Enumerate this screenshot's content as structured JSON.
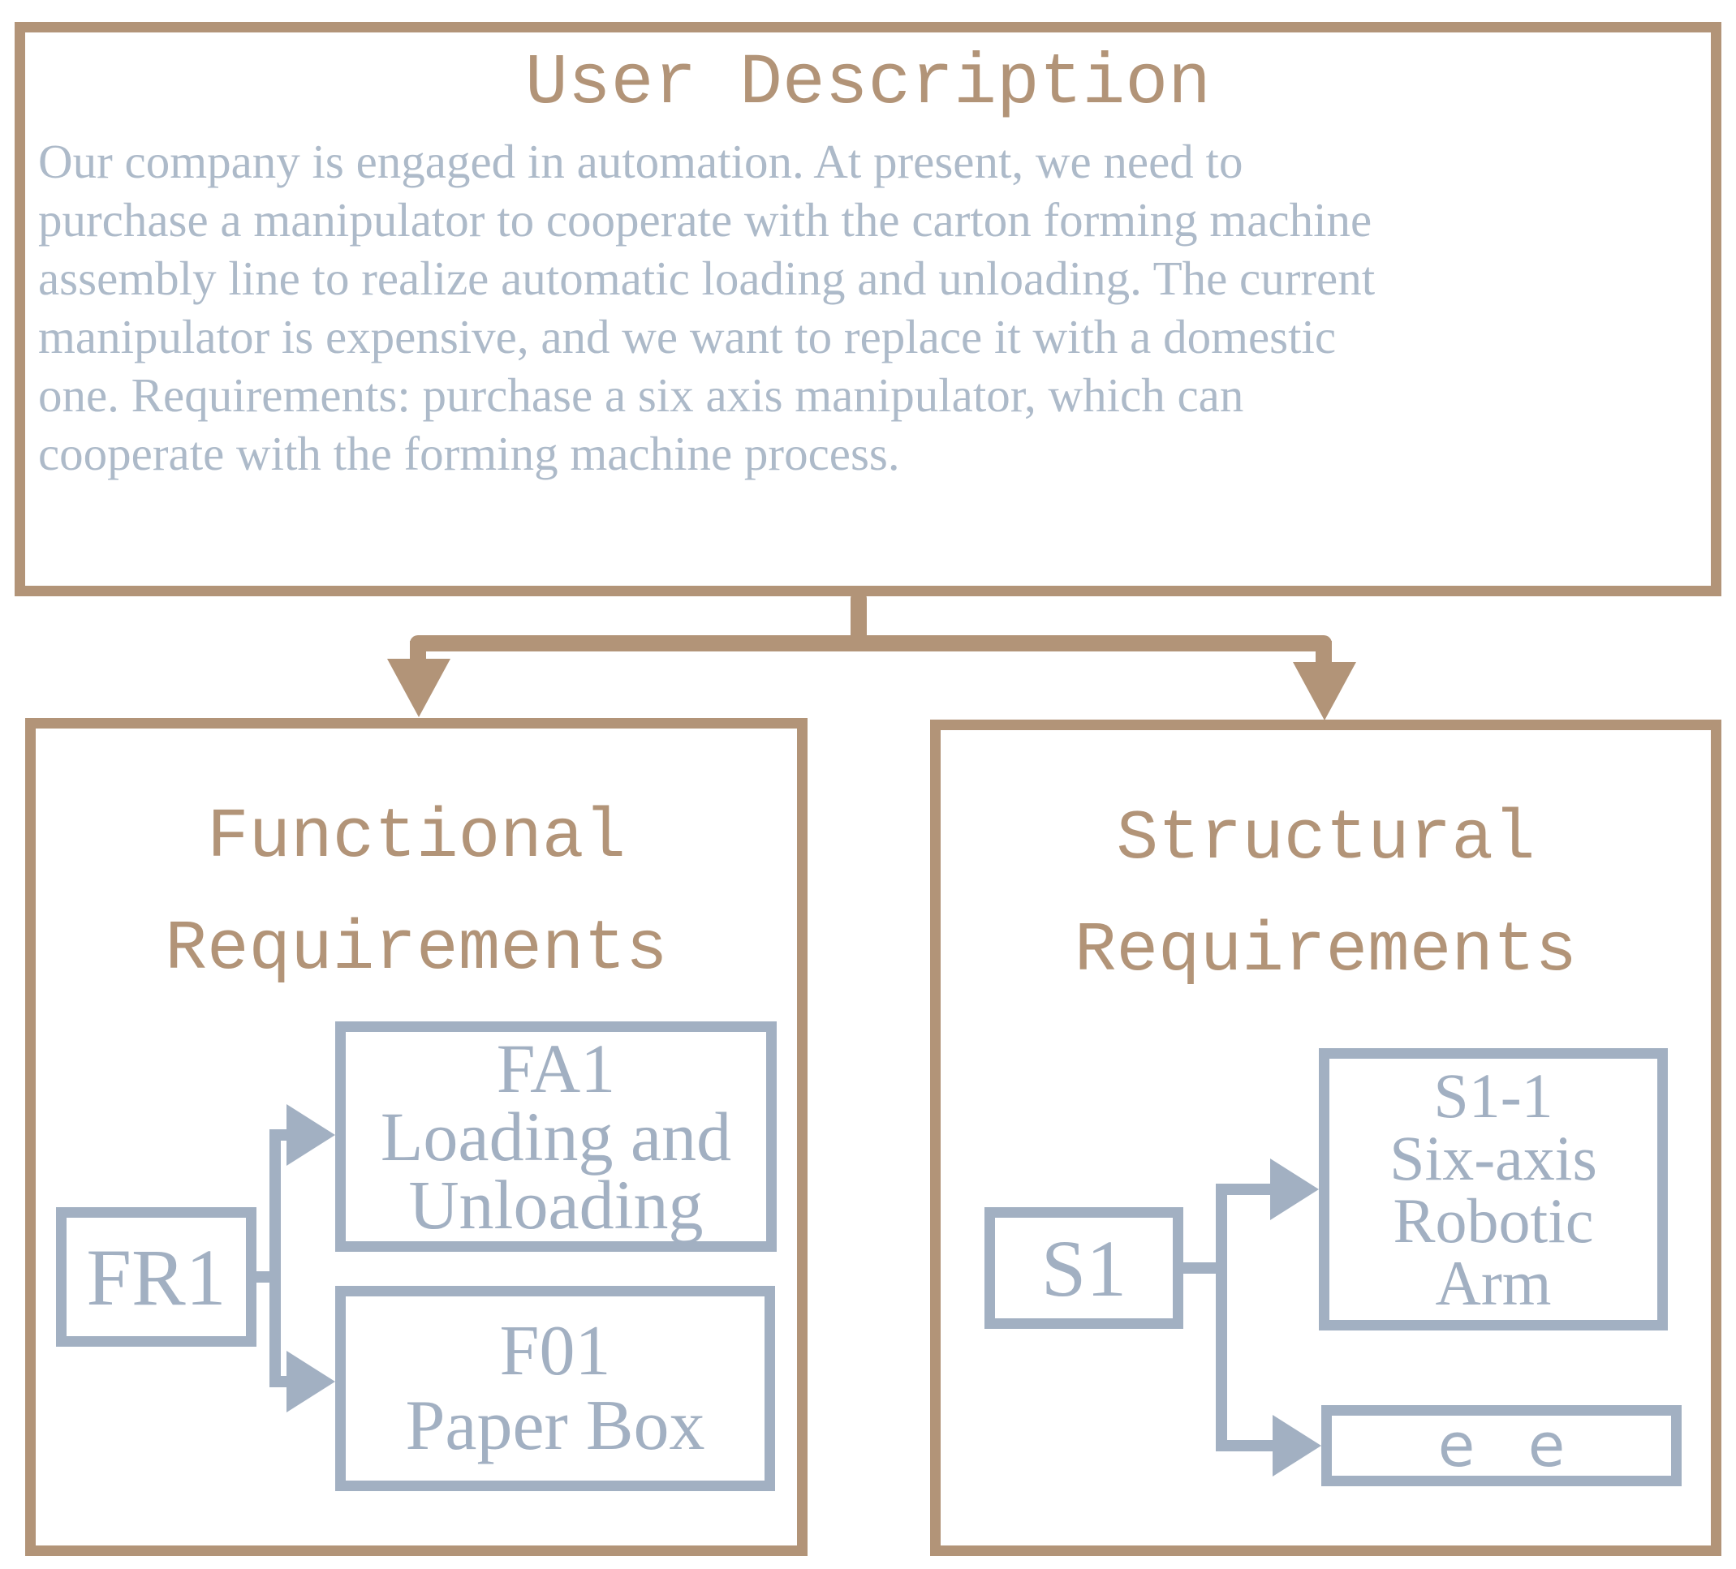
{
  "colors": {
    "brown": "#b29478",
    "blue": "#a2b0c2",
    "body_text": "#adbac9"
  },
  "user_description": {
    "title": "User Description",
    "body_lines": [
      "Our company is engaged in automation. At present, we need to",
      "purchase a manipulator to cooperate with the carton forming machine",
      "assembly line to realize automatic loading and unloading. The current",
      "manipulator is expensive, and we want to replace it with a domestic",
      "one. Requirements: purchase a six axis manipulator, which can",
      "cooperate with the forming machine process."
    ]
  },
  "functional_panel": {
    "title_lines": [
      "Functional",
      "Requirements"
    ],
    "root_label": "FR1",
    "fa1_lines": [
      "FA1",
      "Loading and",
      "Unloading"
    ],
    "f01_lines": [
      "F01",
      "Paper Box"
    ]
  },
  "structural_panel": {
    "title_lines": [
      "Structural",
      "Requirements"
    ],
    "root_label": "S1",
    "s11_lines": [
      "S1-1",
      "Six-axis",
      "Robotic",
      "Arm"
    ],
    "s12_label": "e e"
  }
}
